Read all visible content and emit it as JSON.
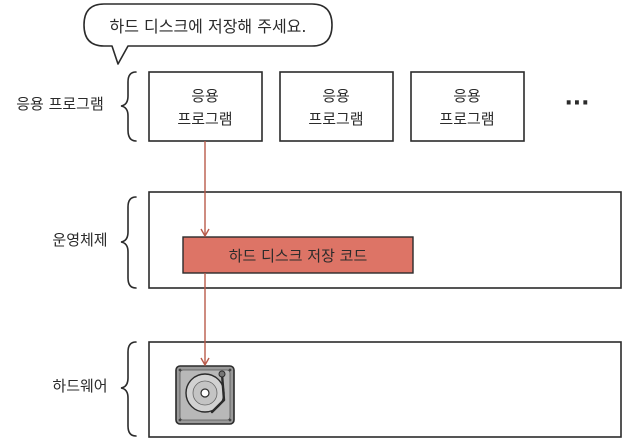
{
  "speech_bubble": {
    "text": "하드 디스크에 저장해 주세요."
  },
  "layers": {
    "application": {
      "label": "응용 프로그램",
      "boxes": [
        {
          "line1": "응용",
          "line2": "프로그램"
        },
        {
          "line1": "응용",
          "line2": "프로그램"
        },
        {
          "line1": "응용",
          "line2": "프로그램"
        }
      ],
      "more": "···"
    },
    "os": {
      "label": "운영체제",
      "code_block": "하드 디스크 저장 코드"
    },
    "hardware": {
      "label": "하드웨어",
      "device_icon": "hard-disk-icon"
    }
  },
  "colors": {
    "code_block_fill": "#dd7466",
    "arrow": "#b85a4a",
    "outline": "#2b2b2b"
  }
}
